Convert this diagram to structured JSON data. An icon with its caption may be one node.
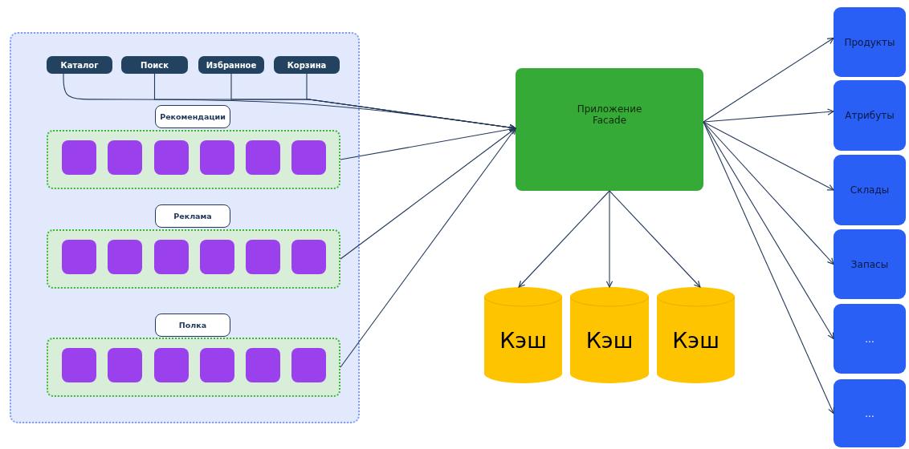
{
  "diagram": {
    "nodes": [
      {
        "text": [],
        "shape": "box"
      },
      {
        "text": [
          "Каталог"
        ],
        "in": 0
      },
      {
        "text": [
          "Поиск"
        ],
        "in": 0
      },
      {
        "text": [
          "Избранное"
        ],
        "in": 0
      },
      {
        "text": [
          "Корзина"
        ],
        "in": 0
      },
      {
        "text": [
          "Рекомендации"
        ],
        "in": 0
      },
      {
        "text": [],
        "shape": "box",
        "in": 0
      },
      {
        "text": [],
        "shape": "box",
        "in": 6
      },
      {
        "text": [],
        "shape": "box",
        "in": 6
      },
      {
        "text": [],
        "shape": "box",
        "in": 6
      },
      {
        "text": [],
        "shape": "box",
        "in": 6
      },
      {
        "text": [],
        "shape": "box",
        "in": 6
      },
      {
        "text": [],
        "shape": "box",
        "in": 6
      },
      {
        "text": [
          "Реклама"
        ],
        "in": 0
      },
      {
        "text": [],
        "shape": "box",
        "in": 0
      },
      {
        "text": [],
        "shape": "box",
        "in": 14
      },
      {
        "text": [],
        "shape": "box",
        "in": 14
      },
      {
        "text": [],
        "shape": "box",
        "in": 14
      },
      {
        "text": [],
        "shape": "box",
        "in": 14
      },
      {
        "text": [],
        "shape": "box",
        "in": 14
      },
      {
        "text": [],
        "shape": "box",
        "in": 14
      },
      {
        "text": [
          "Полка"
        ],
        "in": 0
      },
      {
        "text": [],
        "shape": "box",
        "in": 0
      },
      {
        "text": [],
        "shape": "box",
        "in": 22
      },
      {
        "text": [],
        "shape": "box",
        "in": 22
      },
      {
        "text": [],
        "shape": "box",
        "in": 22
      },
      {
        "text": [],
        "shape": "box",
        "in": 22
      },
      {
        "text": [],
        "shape": "box",
        "in": 22
      },
      {
        "text": [],
        "shape": "box",
        "in": 22
      },
      {
        "text": [
          "Приложение Facade"
        ]
      },
      {
        "text": [
          "Кэш"
        ]
      },
      {
        "text": [
          "Кэш"
        ]
      },
      {
        "text": [
          "Кэш"
        ]
      },
      {
        "text": [
          "Продукты"
        ]
      },
      {
        "text": [
          "Атрибуты"
        ]
      },
      {
        "text": [
          "Склады"
        ]
      },
      {
        "text": [
          "Запасы"
        ]
      },
      {
        "text": [
          "..."
        ]
      },
      {
        "text": [
          "..."
        ]
      }
    ],
    "edges": [
      {
        "from": 1,
        "to": 29,
        "arrow": "to"
      },
      {
        "from": 2,
        "to": 29,
        "arrow": "to"
      },
      {
        "from": 3,
        "to": 29,
        "arrow": "to"
      },
      {
        "from": 4,
        "to": 29,
        "arrow": "to"
      },
      {
        "from": 6,
        "to": 29,
        "arrow": "to"
      },
      {
        "from": 14,
        "to": 29,
        "arrow": "to"
      },
      {
        "from": 22,
        "to": 29,
        "arrow": "to"
      },
      {
        "from": 29,
        "to": 30,
        "arrow": "to"
      },
      {
        "from": 29,
        "to": 31,
        "arrow": "to"
      },
      {
        "from": 29,
        "to": 32,
        "arrow": "to"
      },
      {
        "from": 29,
        "to": 33,
        "arrow": "to"
      },
      {
        "from": 29,
        "to": 34,
        "arrow": "to"
      },
      {
        "from": 29,
        "to": 35,
        "arrow": "to"
      },
      {
        "from": 29,
        "to": 36,
        "arrow": "to"
      },
      {
        "from": 29,
        "to": 37,
        "arrow": "to"
      },
      {
        "from": 29,
        "to": 38,
        "arrow": "to"
      }
    ]
  }
}
